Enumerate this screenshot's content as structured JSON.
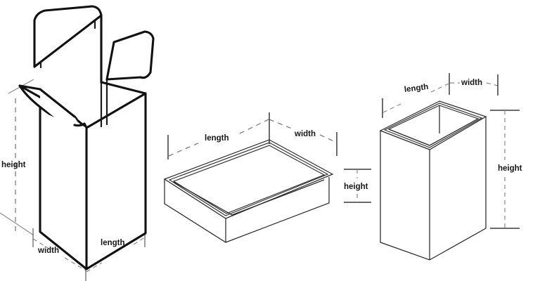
{
  "diagram": {
    "title": "Box dimension reference diagram",
    "background_color": "#ffffff",
    "line_color": "#111111",
    "dimension_line_color": "#7e7e7e",
    "label_color": "#161616",
    "figure_count": 3
  },
  "figures": [
    {
      "id": "figure-open-carton",
      "name": "open tuck-flap carton",
      "description": "Tall rectangular carton shown open with four top flaps folded outward",
      "labels": {
        "height": "height",
        "width": "width",
        "length": "length"
      }
    },
    {
      "id": "figure-shallow-tray",
      "name": "shallow open tray",
      "description": "Low rectangular open-top tray viewed from above showing the interior",
      "labels": {
        "length": "length",
        "width": "width",
        "height": "height"
      }
    },
    {
      "id": "figure-tall-open-box",
      "name": "tall open-top box",
      "description": "Tall narrow open-top box with visible rim thickness",
      "labels": {
        "length": "length",
        "width": "width",
        "height": "height"
      }
    }
  ],
  "dimension_terms": {
    "height": "height",
    "width": "width",
    "length": "length"
  }
}
